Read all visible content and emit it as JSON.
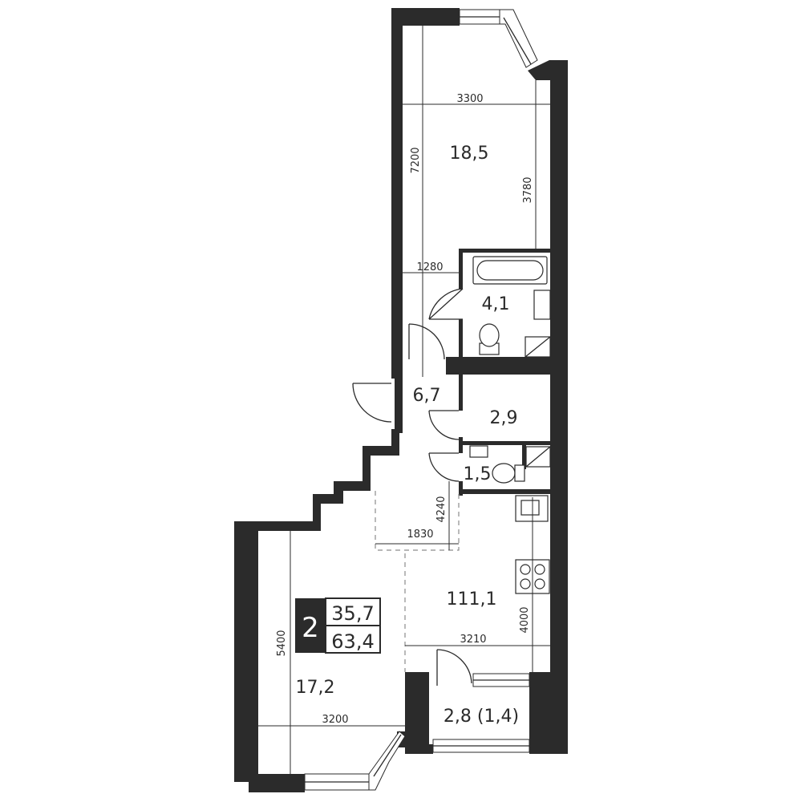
{
  "plan": {
    "rooms": {
      "bedroom": "18,5",
      "bathroom": "4,1",
      "hall": "6,7",
      "storage": "2,9",
      "wc": "1,5",
      "kitchen": "111,1",
      "living": "17,2",
      "balcony": "2,8 (1,4)"
    },
    "dimensions": {
      "bedroom_width": "3300",
      "bedroom_length": "7200",
      "bedroom_partial": "3780",
      "bath_offset": "1280",
      "hall_length": "4240",
      "hall_width": "1830",
      "living_length": "5400",
      "living_width": "3200",
      "kitchen_length": "4000",
      "kitchen_width": "3210"
    },
    "summary": {
      "rooms_count": "2",
      "living_area": "35,7",
      "total_area": "63,4"
    },
    "colors": {
      "wall": "#2b2b2b",
      "background": "#ffffff"
    }
  }
}
